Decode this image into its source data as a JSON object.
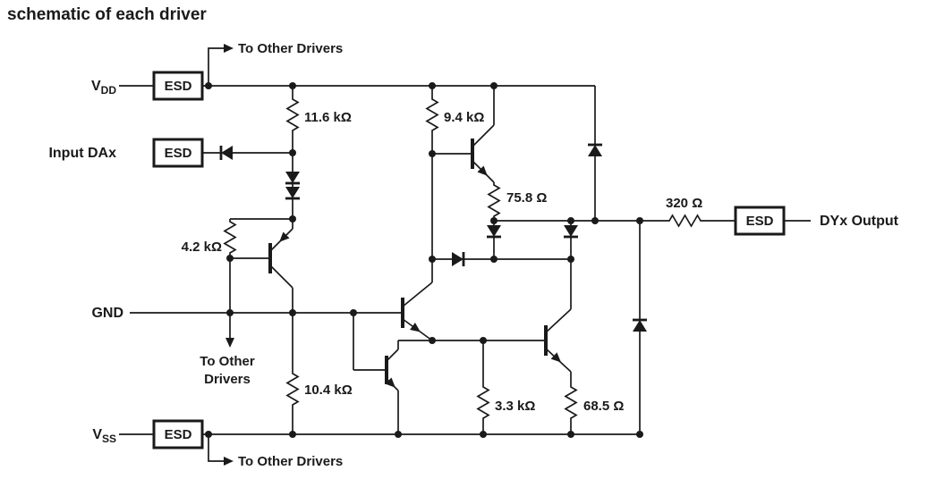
{
  "title": "schematic of each driver",
  "colors": {
    "ink": "#1a1a1a",
    "background": "#ffffff"
  },
  "esd": {
    "label": "ESD"
  },
  "pins": {
    "vdd": {
      "main": "V",
      "sub": "DD"
    },
    "input": {
      "label": "Input DAx"
    },
    "gnd": {
      "label": "GND"
    },
    "vss": {
      "main": "V",
      "sub": "SS"
    },
    "output": {
      "label": "DYx Output"
    }
  },
  "resistors": {
    "r11k6": {
      "value": "11.6 kΩ"
    },
    "r9k4": {
      "value": "9.4 kΩ"
    },
    "r75_8": {
      "value": "75.8 Ω"
    },
    "r4k2": {
      "value": "4.2 kΩ"
    },
    "r10k4": {
      "value": "10.4 kΩ"
    },
    "r3k3": {
      "value": "3.3 kΩ"
    },
    "r68_5": {
      "value": "68.5 Ω"
    },
    "r320": {
      "value": "320 Ω"
    }
  },
  "notes": {
    "to_other_top": "To Other Drivers",
    "to_other_mid_line1": "To Other",
    "to_other_mid_line2": "Drivers",
    "to_other_bottom": "To Other Drivers"
  }
}
